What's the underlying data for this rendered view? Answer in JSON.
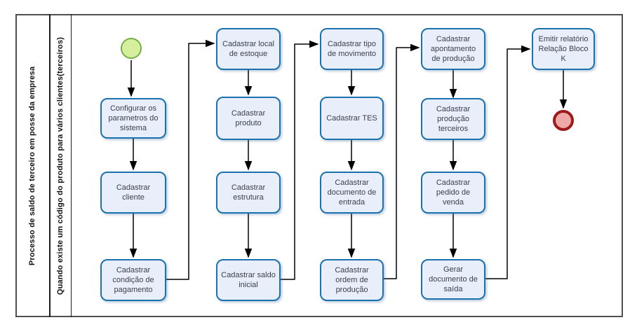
{
  "diagram": {
    "pool_title": "Processo de saldo de terceiro em posse da empresa",
    "lane_title": "Quando existe um código do produto para vários clientes(terceiros)"
  },
  "tasks": [
    {
      "label": "Configurar os parametros do sistema"
    },
    {
      "label": "Cadastrar cliente"
    },
    {
      "label": "Cadastrar condição de pagamento"
    },
    {
      "label": "Cadastrar local de estoque"
    },
    {
      "label": "Cadastrar produto"
    },
    {
      "label": "Cadastrar estrutura"
    },
    {
      "label": "Cadastrar saldo inicial"
    },
    {
      "label": "Cadastrar tipo de movimento"
    },
    {
      "label": "Cadastrar TES"
    },
    {
      "label": "Cadastrar documento de entrada"
    },
    {
      "label": "Cadastrar ordem de produção"
    },
    {
      "label": "Cadastrar apontamento de produção"
    },
    {
      "label": "Cadastrar produção terceiros"
    },
    {
      "label": "Cadastrar pedido de venda"
    },
    {
      "label": "Gerar documento de saída"
    },
    {
      "label": "Emitir relatório Relação Bloco K"
    }
  ],
  "colors": {
    "task_fill": "#e9eefb",
    "task_border": "#1b72ae",
    "task_text": "#3a3f4d",
    "start_fill": "#d6ef9e",
    "start_border": "#76b043",
    "end_fill": "#efa8a8",
    "end_border": "#9e1a1a",
    "connector": "#000000",
    "pool_border": "#4f4f4f",
    "lane_line": "#1f1f1f",
    "label_text": "#111111"
  }
}
